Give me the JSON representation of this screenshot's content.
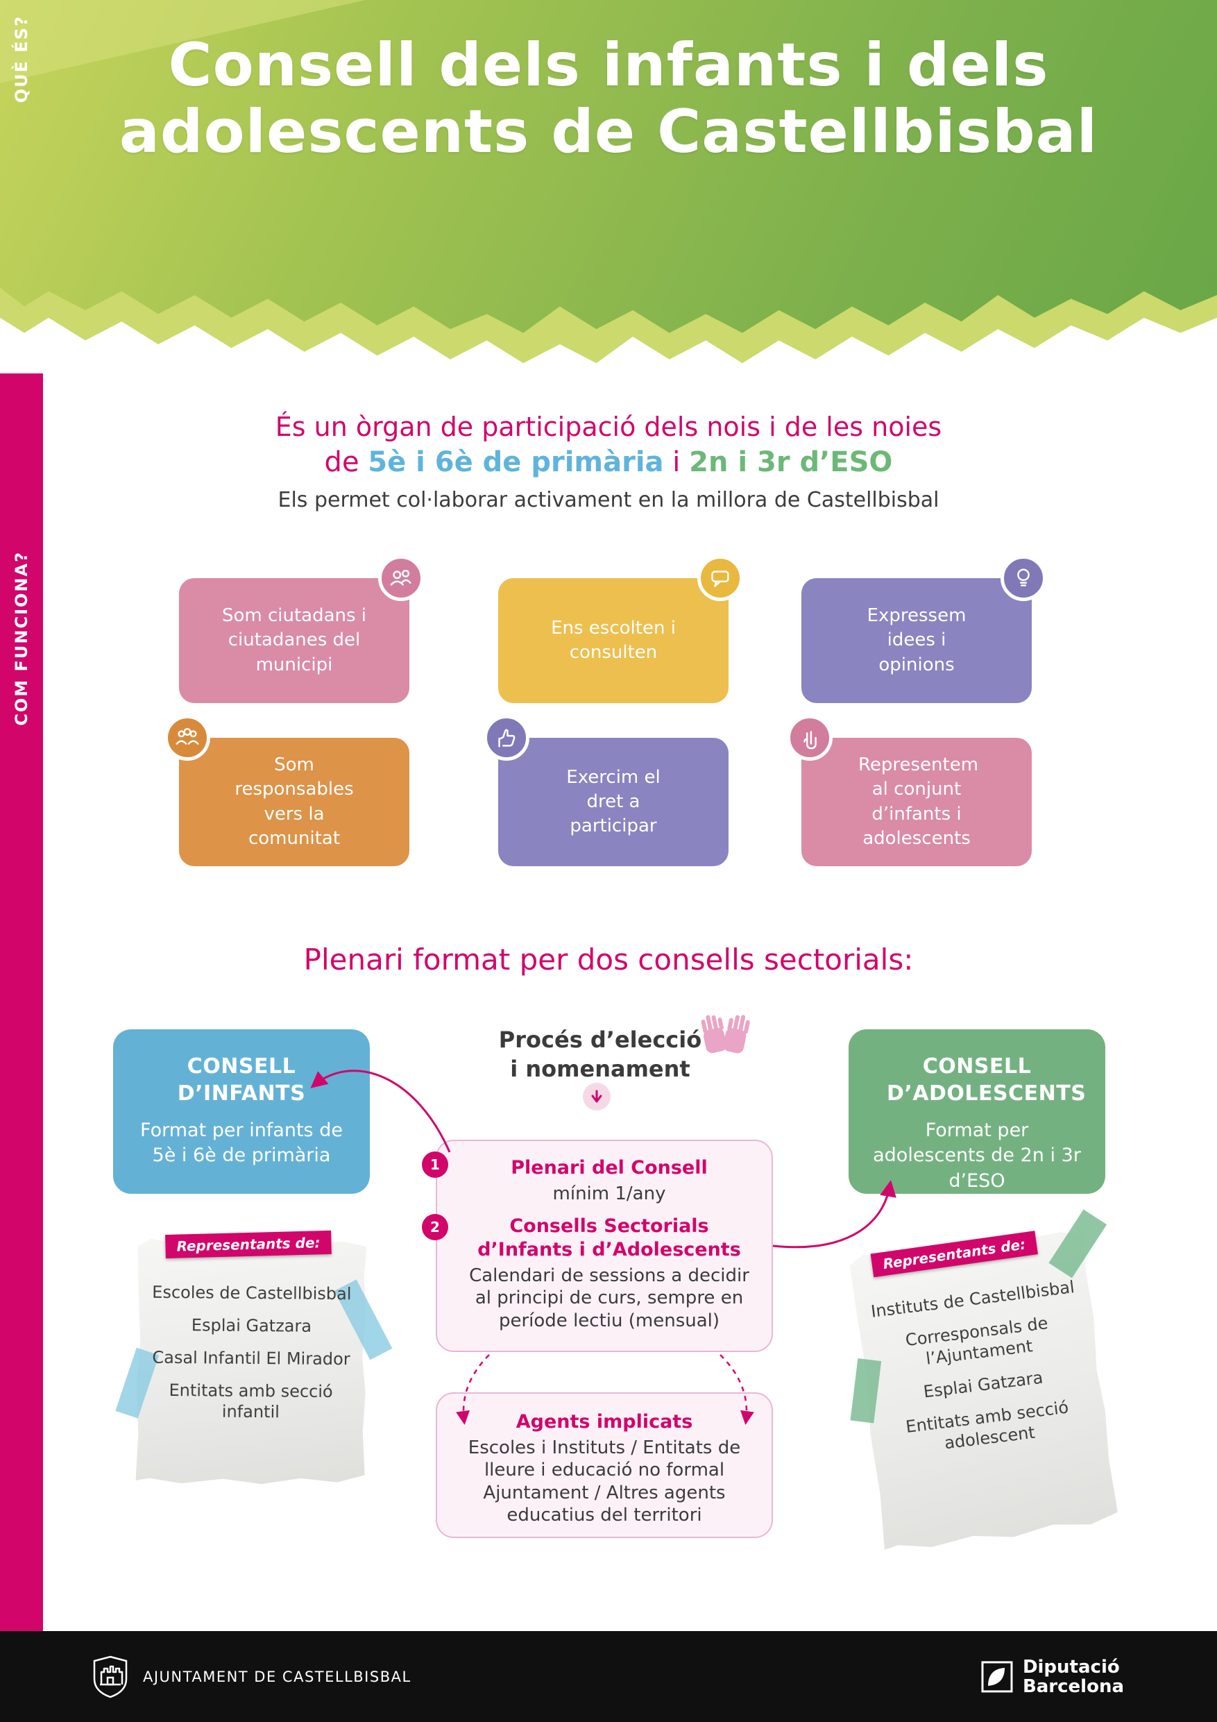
{
  "header": {
    "title_line1": "Consell dels infants i dels",
    "title_line2": "adolescents de Castellbisbal"
  },
  "sidebar": {
    "que_es": "QUÈ ÉS?",
    "com_funciona": "COM FUNCIONA?"
  },
  "intro": {
    "line1": "És un òrgan de participació dels nois i de les noies",
    "line2_pre": "de",
    "line2_blue": "5è i 6è de primària",
    "line2_mid": "i",
    "line2_green": "2n i 3r d’ESO",
    "line3": "Els permet col·laborar activament en la millora de Castellbisbal"
  },
  "features": [
    {
      "text": "Som ciutadans i ciutadanes del municipi",
      "icon": "people-icon",
      "color": "#da8ba6"
    },
    {
      "text": "Ens escolten i consulten",
      "icon": "speech-bubble-icon",
      "color": "#edbf4e"
    },
    {
      "text": "Expressem idees i opinions",
      "icon": "ideas-icon",
      "color": "#8a84c0"
    },
    {
      "text": "Som responsables vers la comunitat",
      "icon": "community-icon",
      "color": "#dd9348"
    },
    {
      "text": "Exercim el dret a participar",
      "icon": "vote-icon",
      "color": "#8a84c0"
    },
    {
      "text": "Representem al conjunt d’infants i adolescents",
      "icon": "peace-hand-icon",
      "color": "#da8ba6"
    }
  ],
  "plenari_heading": "Plenari format per dos consells sectorials:",
  "councils": {
    "infants": {
      "title": "CONSELL D’INFANTS",
      "subtitle": "Format per infants de 5è i 6è de primària",
      "color": "#64b1d6"
    },
    "adolescents": {
      "title": "CONSELL D’ADOLESCENTS",
      "subtitle": "Format per adolescents de 2n i 3r d’ESO",
      "color": "#74b181"
    }
  },
  "process": {
    "title_line1": "Procés d’elecció",
    "title_line2": "i nomenament",
    "step1": {
      "num": "1",
      "title": "Plenari del Consell",
      "desc": "mínim 1/any"
    },
    "step2": {
      "num": "2",
      "title": "Consells Sectorials d’Infants i d’Adolescents",
      "desc": "Calendari de sessions a decidir al principi de curs, sempre en període lectiu (mensual)"
    },
    "agents": {
      "title": "Agents implicats",
      "desc": "Escoles i Instituts / Entitats de lleure i educació no formal Ajuntament / Altres agents educatius del territori"
    }
  },
  "notes": {
    "left": {
      "label": "Representants de:",
      "items": [
        "Escoles de Castellbisbal",
        "Esplai Gatzara",
        "Casal Infantil El Mirador",
        "Entitats amb secció infantil"
      ]
    },
    "right": {
      "label": "Representants de:",
      "items": [
        "Instituts de Castellbisbal",
        "Corresponsals de l’Ajuntament",
        "Esplai Gatzara",
        "Entitats amb secció adolescent"
      ]
    }
  },
  "footer": {
    "ajuntament": "AJUNTAMENT DE CASTELLBISBAL",
    "diputacio_line1": "Diputació",
    "diputacio_line2": "Barcelona"
  },
  "colors": {
    "magenta": "#d2056b",
    "blue": "#64b1d6",
    "green": "#74b181",
    "pink": "#da8ba6",
    "yellow": "#edbf4e",
    "purple": "#8a84c0",
    "orange": "#dd9348"
  }
}
